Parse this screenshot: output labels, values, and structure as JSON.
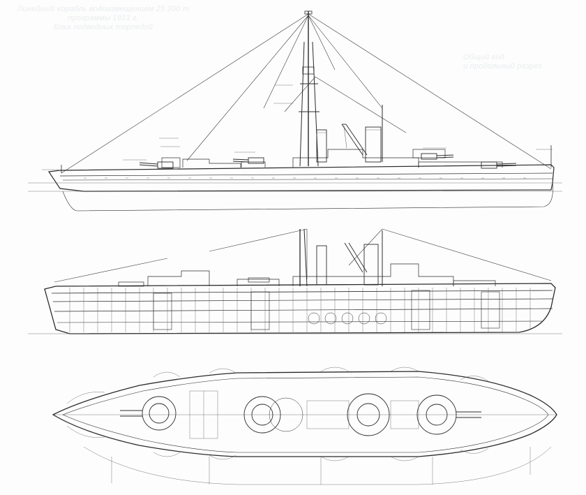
{
  "captions": {
    "left": [
      "Линейный корабль водоизмещением 25 200 т",
      "программы 1913 г.",
      "Бока подводных торпедой"
    ],
    "right": [
      "Общий вид",
      "и продольный разрез"
    ]
  },
  "views": {
    "profile": "outboard-profile-view",
    "section": "longitudinal-section-view",
    "plan": "deck-plan-view"
  }
}
